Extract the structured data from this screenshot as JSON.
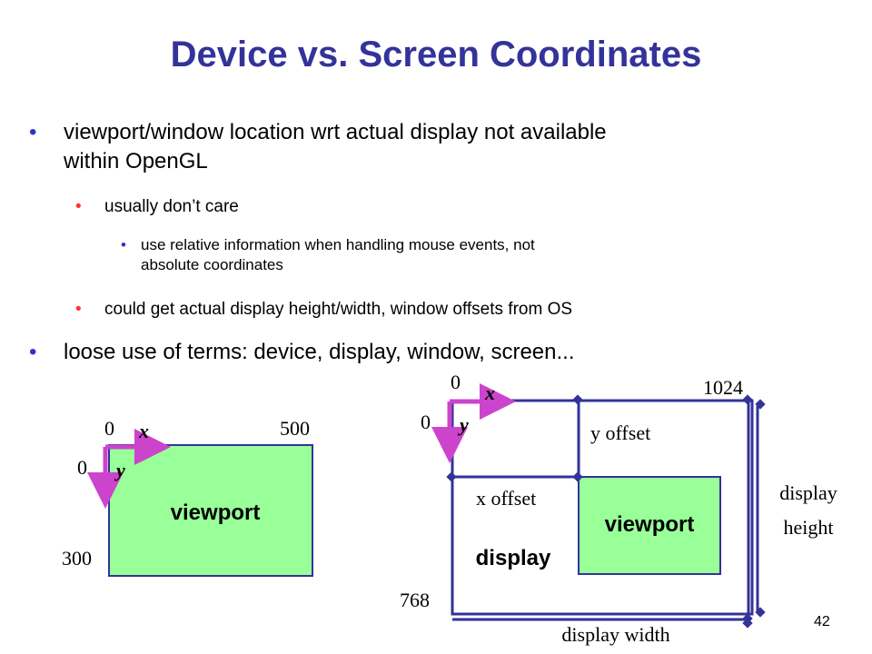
{
  "title": "Device vs. Screen Coordinates",
  "bullets": {
    "b1": "viewport/window location wrt actual display not available within OpenGL",
    "b1_line1": "viewport/window location wrt actual display not available",
    "b1_line2": "within OpenGL",
    "b1a": "usually don’t care",
    "b1a_i_line1": "use relative information when handling mouse events, not",
    "b1a_i_line2": "absolute coordinates",
    "b1b": "could get actual display height/width, window offsets from OS",
    "b2": "loose use of terms: device, display, window, screen..."
  },
  "left_diagram": {
    "origin_x_label": "0",
    "origin_y_label": "0",
    "x_axis_label": "x",
    "y_axis_label": "y",
    "x_max_label": "500",
    "y_max_label": "300",
    "viewport_label": "viewport"
  },
  "right_diagram": {
    "origin_x_label": "0",
    "origin_y_label": "0",
    "x_axis_label": "x",
    "y_axis_label": "y",
    "x_max_label": "1024",
    "y_max_label": "768",
    "y_offset_label": "y offset",
    "x_offset_label": "x offset",
    "viewport_label": "viewport",
    "display_label": "display",
    "display_height_label_line1": "display",
    "display_height_label_line2": "height",
    "display_width_label": "display width"
  },
  "colors": {
    "title": "#333399",
    "bullet_primary": "#3333cc",
    "bullet_secondary": "#ff3333",
    "viewport_fill": "#99ff99",
    "frame_stroke": "#333399",
    "axis_arrow": "#cc44cc"
  },
  "page_number": "42"
}
